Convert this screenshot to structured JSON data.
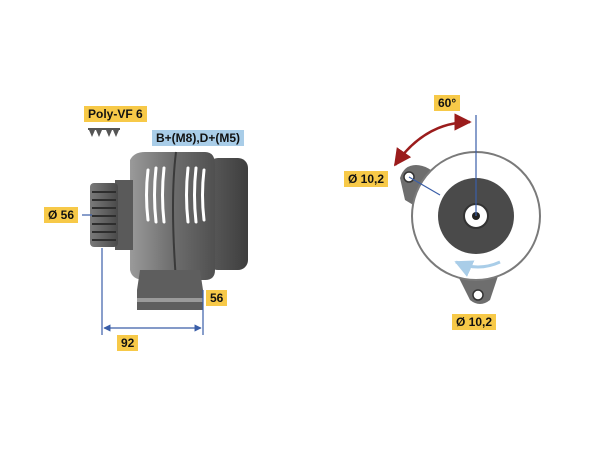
{
  "colors": {
    "label_yellow": "#f7c948",
    "label_blue": "#a9cde8",
    "body_gray": "#6e6e6e",
    "dark_gray": "#4a4a4a",
    "dimension_line": "#3a5ea8",
    "angle_arc": "#9b1c1c",
    "rotation_arrow": "#a9cde8"
  },
  "left_view": {
    "belt_type_label": "Poly-VF 6",
    "terminal_label": "B+(M8),D+(M5)",
    "pulley_diameter_label": "Ø 56",
    "mount_width_label": "56",
    "body_length_label": "92",
    "belt_icon": "belt-profile-icon"
  },
  "right_view": {
    "angle_label": "60°",
    "top_hole_label": "Ø 10,2",
    "bottom_hole_label": "Ø 10,2",
    "rotation_icon": "rotation-arrow-icon"
  }
}
